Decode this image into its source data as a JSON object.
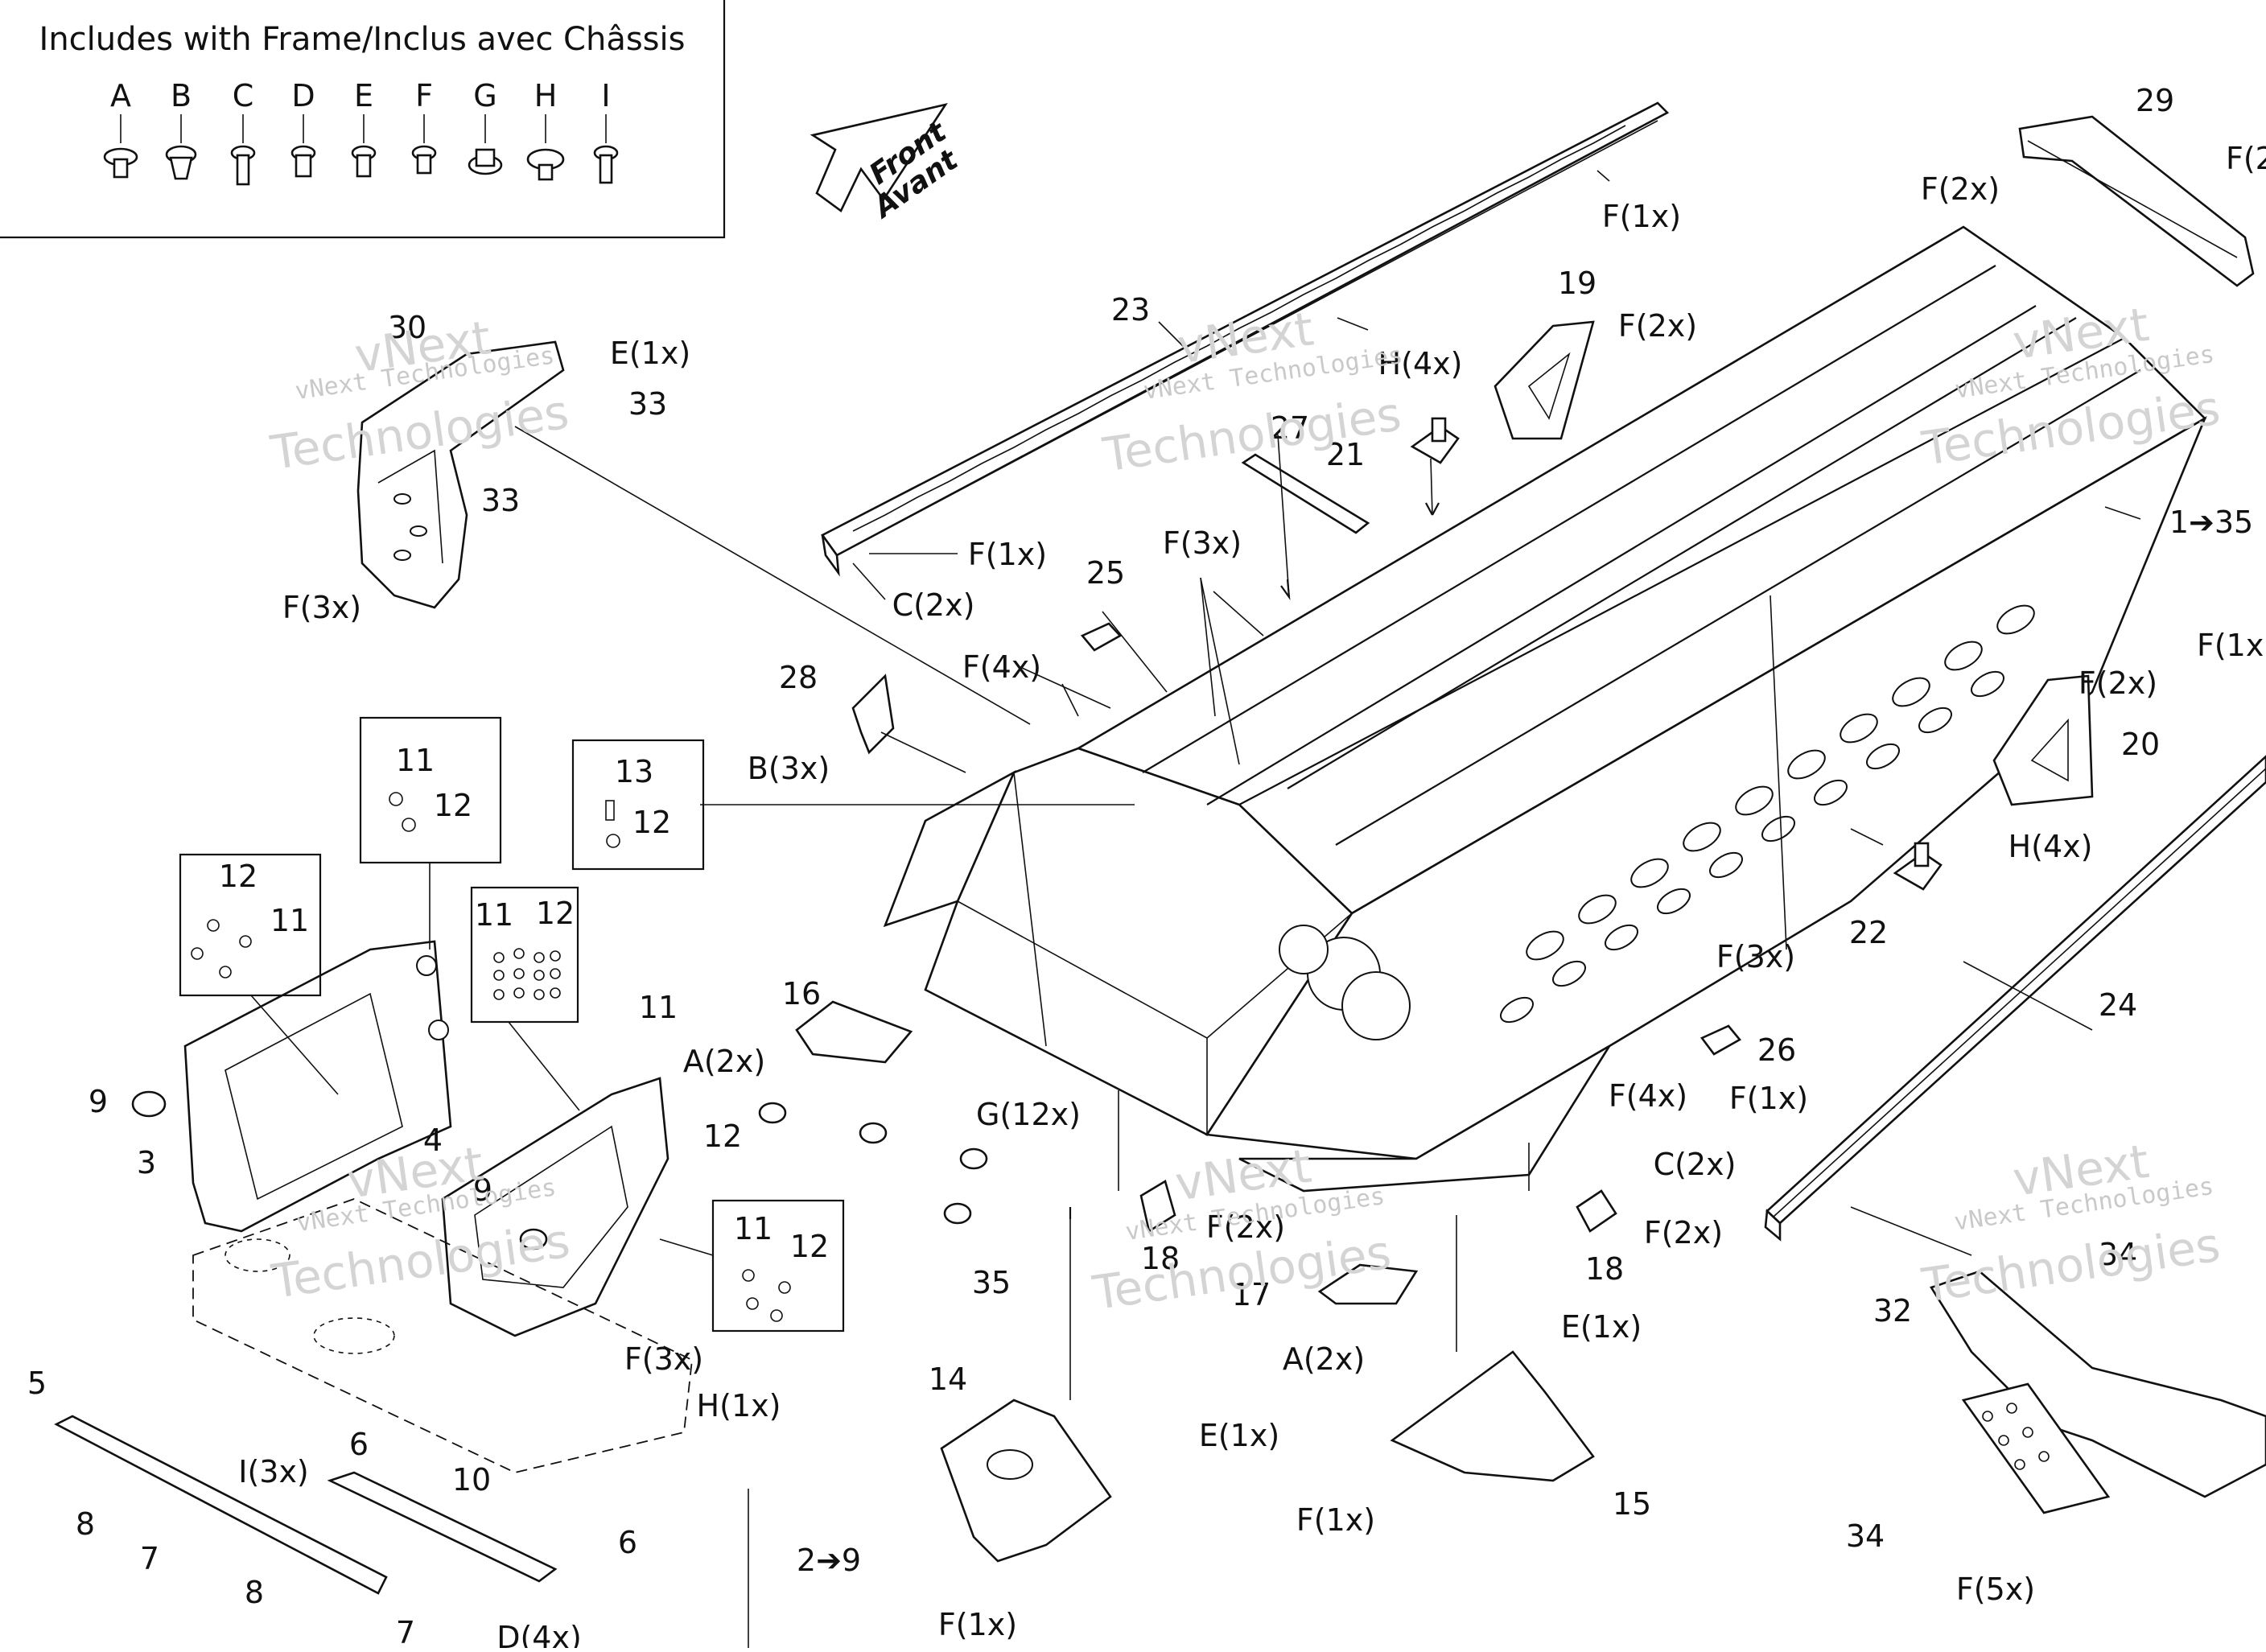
{
  "legend": {
    "title": "Includes with Frame/Inclus avec Châssis",
    "letters": [
      "A",
      "B",
      "C",
      "D",
      "E",
      "F",
      "G",
      "H",
      "I"
    ]
  },
  "arrow": {
    "line1": "Front",
    "line2": "Avant"
  },
  "watermark": {
    "line1": "vNext Technologies",
    "line2": "vNext",
    "line3": "Technologies"
  },
  "callouts": {
    "c23": "23",
    "c19": "19",
    "c29": "29",
    "c30": "30",
    "c33a": "33",
    "c33b": "33",
    "c27": "27",
    "c21": "21",
    "c25": "25",
    "c28": "28",
    "c1to35": "1➔35",
    "c13": "13",
    "c12a": "12",
    "c11a": "11",
    "c12b": "12",
    "c12c": "12",
    "c11b": "11",
    "c11c": "11",
    "c12d": "12",
    "c11d": "11",
    "c12e": "12",
    "c11e": "11",
    "c12f": "12",
    "c20": "20",
    "c22": "22",
    "c24": "24",
    "c16": "16",
    "c26": "26",
    "c9a": "9",
    "c3": "3",
    "c4": "4",
    "c9b": "9",
    "c35": "35",
    "c18a": "18",
    "c18b": "18",
    "c17": "17",
    "c14": "14",
    "c15": "15",
    "c32": "32",
    "c34a": "34",
    "c34b": "34",
    "c5": "5",
    "c6a": "6",
    "c6b": "6",
    "c8a": "8",
    "c7a": "7",
    "c10": "10",
    "c8b": "8",
    "c7b": "7",
    "c2to9": "2➔9"
  },
  "fasteners": {
    "f_e1_top": "E(1x)",
    "f_f1_top": "F(1x)",
    "f_f2_top": "F(2x)",
    "f_f2_29": "F(2",
    "f_f2_19": "F(2x)",
    "f_h4_21": "H(4x)",
    "f_f1_23": "F(1x)",
    "f_c2_23": "C(2x)",
    "f_f3_30": "F(3x)",
    "f_f3_mid": "F(3x)",
    "f_f4_mid": "F(4x)",
    "f_b3": "B(3x)",
    "f_f1_right": "F(1x",
    "f_f2_20": "F(2x)",
    "f_h4_22": "H(4x)",
    "f_f3_right": "F(3x)",
    "f_a2_16": "A(2x)",
    "f_g12": "G(12x)",
    "f_f4_low": "F(4x)",
    "f_f1_24": "F(1x)",
    "f_c2_24": "C(2x)",
    "f_f2_18a": "F(2x)",
    "f_f2_18b": "F(2x)",
    "f_a2_17": "A(2x)",
    "f_e1_15": "E(1x)",
    "f_e1_14": "E(1x)",
    "f_f1_15": "F(1x)",
    "f_f1_14": "F(1x)",
    "f_f3_low": "F(3x)",
    "f_h1": "H(1x)",
    "f_i3": "I(3x)",
    "f_d4": "D(4x)",
    "f_f5": "F(5x)"
  }
}
